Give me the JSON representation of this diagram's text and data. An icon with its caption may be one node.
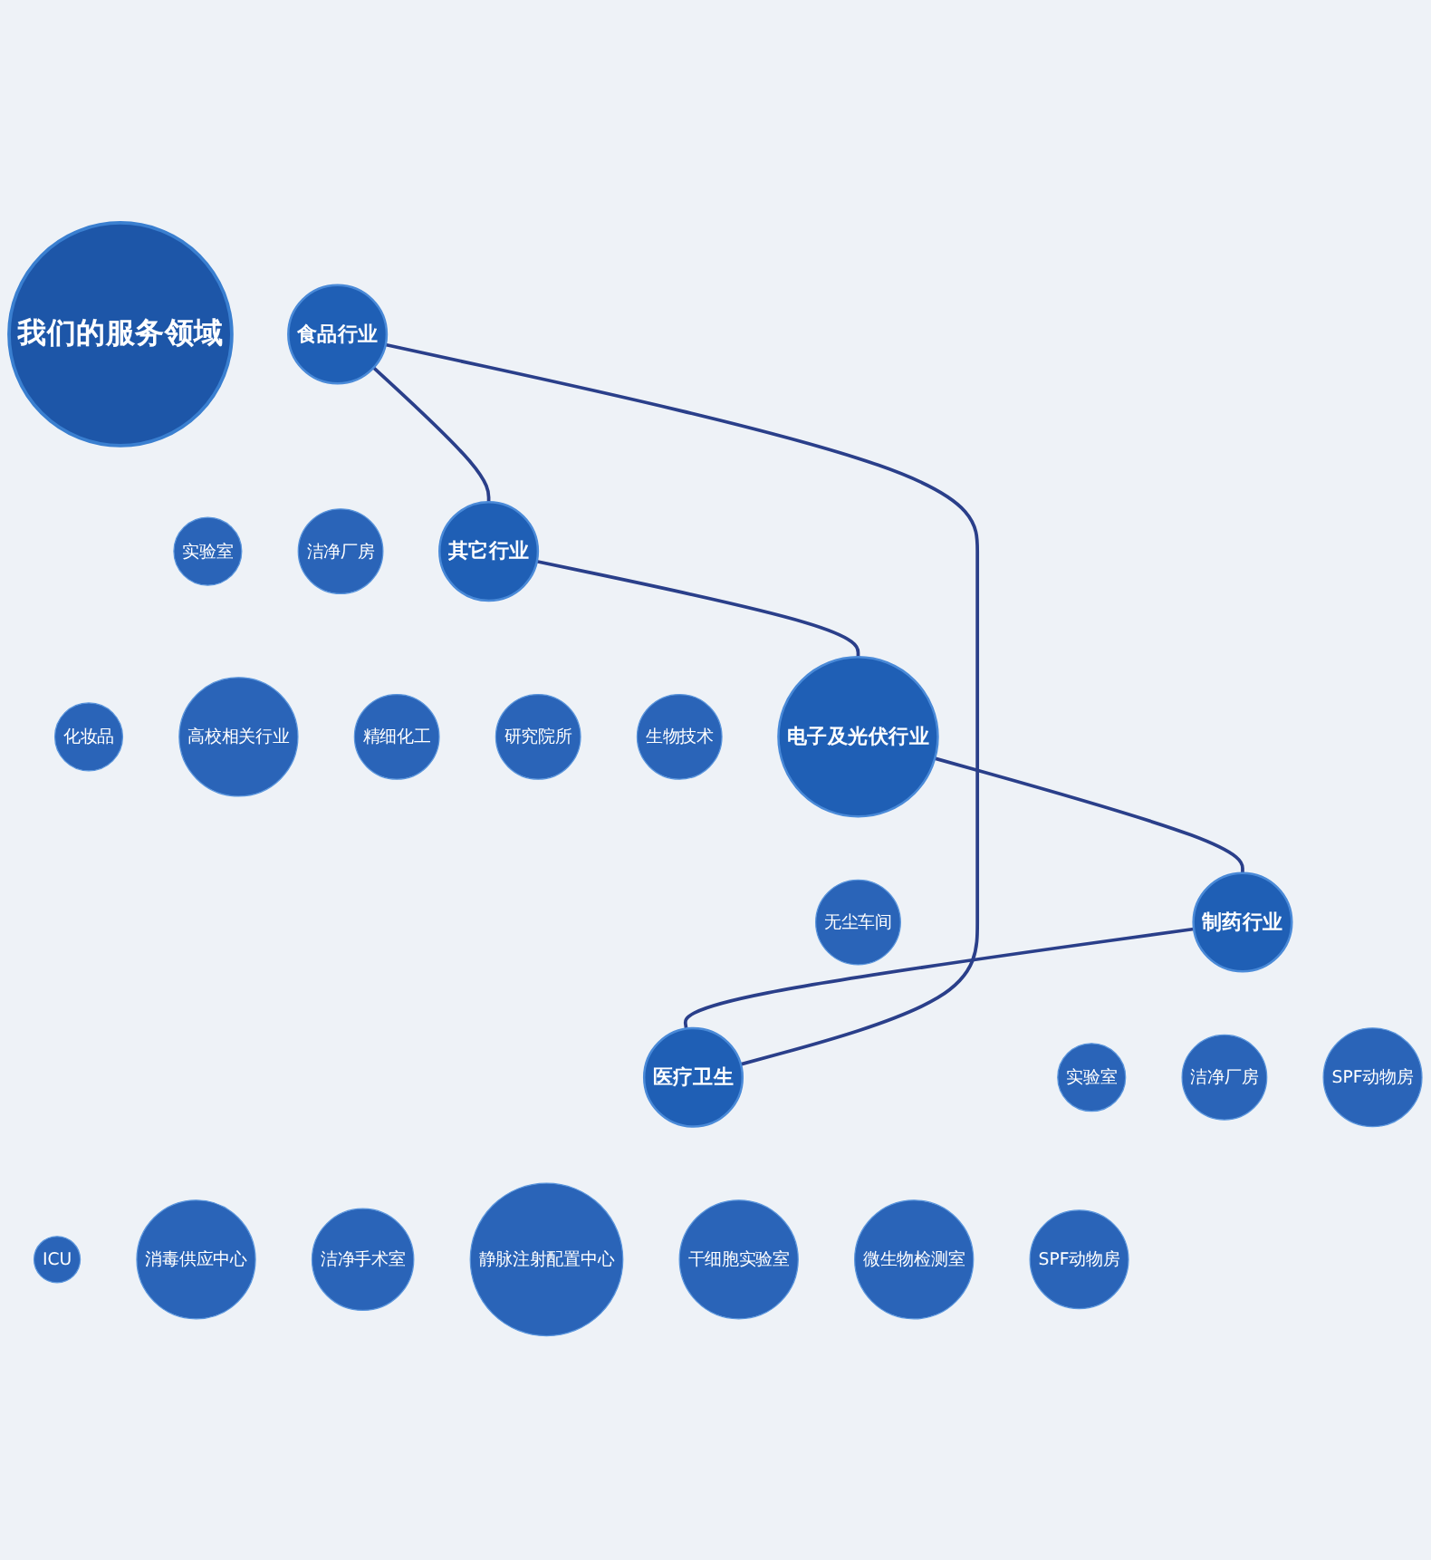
{
  "diagram": {
    "nodes": [
      {
        "text": [
          "我们的服务领域"
        ]
      },
      {
        "text": [
          "食品行业"
        ]
      },
      {
        "text": [
          "实验室"
        ]
      },
      {
        "text": [
          "洁净厂房"
        ]
      },
      {
        "text": [
          "医疗卫生"
        ]
      },
      {
        "text": [
          "ICU"
        ]
      },
      {
        "text": [
          "消毒供应中心"
        ]
      },
      {
        "text": [
          "洁净手术室"
        ]
      },
      {
        "text": [
          "静脉注射配置中心"
        ]
      },
      {
        "text": [
          "干细胞实验室"
        ]
      },
      {
        "text": [
          "微生物检测室"
        ]
      },
      {
        "text": [
          "SPF动物房"
        ]
      },
      {
        "text": [
          "其它行业"
        ]
      },
      {
        "text": [
          "化妆品"
        ]
      },
      {
        "text": [
          "高校相关行业"
        ]
      },
      {
        "text": [
          "精细化工"
        ]
      },
      {
        "text": [
          "研究院所"
        ]
      },
      {
        "text": [
          "生物技术"
        ]
      },
      {
        "text": [
          "电子及光伏行业"
        ]
      },
      {
        "text": [
          "无尘车间"
        ]
      },
      {
        "text": [
          "制药行业"
        ]
      },
      {
        "text": [
          "实验室"
        ]
      },
      {
        "text": [
          "洁净厂房"
        ]
      },
      {
        "text": [
          "SPF动物房"
        ]
      }
    ],
    "edges": [
      {
        "from": 1,
        "to": 12,
        "arrow": "none"
      },
      {
        "from": 12,
        "to": 18,
        "arrow": "none"
      },
      {
        "from": 18,
        "to": 20,
        "arrow": "none"
      },
      {
        "from": 20,
        "to": 4,
        "arrow": "none"
      },
      {
        "from": 4,
        "to": 1,
        "arrow": "none"
      }
    ]
  }
}
